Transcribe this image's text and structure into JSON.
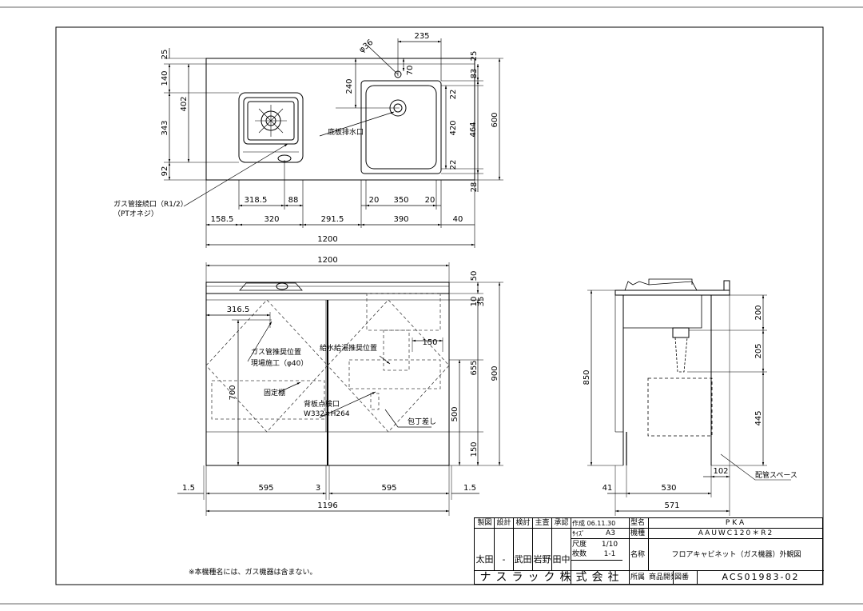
{
  "colors": {
    "line": "#000000",
    "thin": "#333333",
    "dash": "#444444",
    "paper": "#ffffff"
  },
  "plan": {
    "dims": {
      "top_25": "25",
      "top_140": "140",
      "top_402": "402",
      "top_343": "343",
      "top_92": "92",
      "top_235": "235",
      "phi36": "φ36",
      "d70": "70",
      "d240": "240",
      "d83": "83",
      "d25r": "25",
      "d22a": "22",
      "d420": "420",
      "d22b": "22",
      "d464": "464",
      "d28": "28",
      "d600": "600",
      "w318": "318.5",
      "w88": "88",
      "w20a": "20",
      "w350": "350",
      "w20b": "20",
      "w158": "158.5",
      "w320": "320",
      "w291": "291.5",
      "w390": "390",
      "w40": "40",
      "w1200": "1200"
    },
    "labels": {
      "drain": "底板排水口",
      "gas1": "ガス管接続口（R1/2）",
      "gas2": "（PTオネジ）"
    }
  },
  "front": {
    "dims": {
      "w1200": "1200",
      "d316": "316.5",
      "d150": "150",
      "h50": "50",
      "h10": "10",
      "h35": "35",
      "h655": "655",
      "h900": "900",
      "h700": "700",
      "h500": "500",
      "h150": "150",
      "b15a": "1.5",
      "b595a": "595",
      "b3": "3",
      "b595b": "595",
      "b15b": "1.5",
      "b1196": "1196"
    },
    "labels": {
      "gaspipe1": "ガス管推奨位置",
      "gaspipe2": "現場施工（φ40）",
      "water": "給水給湯推奨位置",
      "shelf": "固定棚",
      "back1": "背板点検口",
      "back2": "W332×H264",
      "knife": "包丁差し"
    }
  },
  "side": {
    "dims": {
      "d200": "200",
      "d205": "205",
      "d445": "445",
      "d850": "850",
      "d41": "41",
      "d530": "530",
      "d102": "102",
      "d571": "571"
    },
    "labels": {
      "pipe": "配管スペース"
    }
  },
  "note": "※本機種名には、ガス機器は含まない。",
  "title_block": {
    "roles": [
      "製図",
      "設計",
      "検討",
      "主査",
      "承認"
    ],
    "names": [
      "太田",
      "-",
      "武田",
      "岩野",
      "田中"
    ],
    "created": "作成 06.11.30",
    "size_label": "ｻｲｽﾞ",
    "size": "A3",
    "scale_label": "尺度",
    "scale": "1/10",
    "sheets_label": "枚数",
    "sheets": "1-1",
    "model_label": "型名",
    "model": "PKA",
    "type_label": "機種",
    "type": "AAUWC120＊R2",
    "name_label": "名称",
    "name": "フロアキャビネット（ガス機器）外観図",
    "company": "ナスラック株式会社",
    "dept_label": "所属",
    "dept": "商品開発室",
    "drawing_no_label": "図番",
    "drawing_no": "ACS01983-02"
  }
}
